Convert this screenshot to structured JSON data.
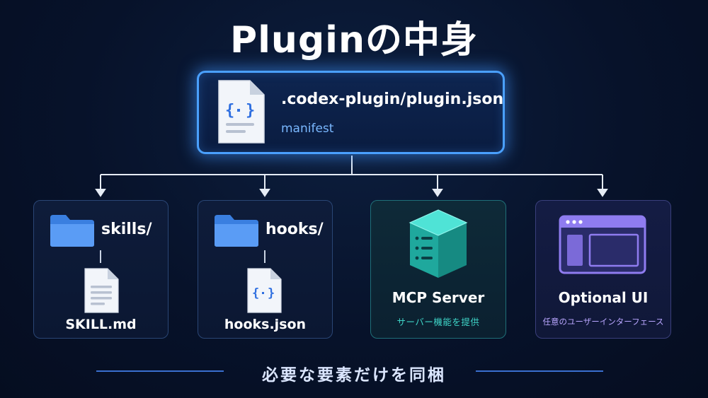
{
  "title": "Pluginの中身",
  "manifest": {
    "path": ".codex-plugin/plugin.json",
    "label": "manifest",
    "icon": "json-file-icon"
  },
  "children": {
    "skills": {
      "folder": "skills/",
      "file": "SKILL.md",
      "folder_icon": "folder-icon",
      "file_icon": "document-icon"
    },
    "hooks": {
      "folder": "hooks/",
      "file": "hooks.json",
      "folder_icon": "folder-icon",
      "file_icon": "json-file-icon"
    },
    "mcp": {
      "title": "MCP Server",
      "subtitle": "サーバー機能を提供",
      "icon": "server-cube-icon"
    },
    "ui": {
      "title": "Optional UI",
      "subtitle": "任意のユーザーインターフェース",
      "icon": "browser-window-icon"
    }
  },
  "footer": "必要な要素だけを同梱",
  "colors": {
    "background": "#07122a",
    "accent_blue": "#4aa0ff",
    "folder_blue": "#4a8ff0",
    "teal": "#3fd6c8",
    "purple": "#8f7cf0"
  }
}
